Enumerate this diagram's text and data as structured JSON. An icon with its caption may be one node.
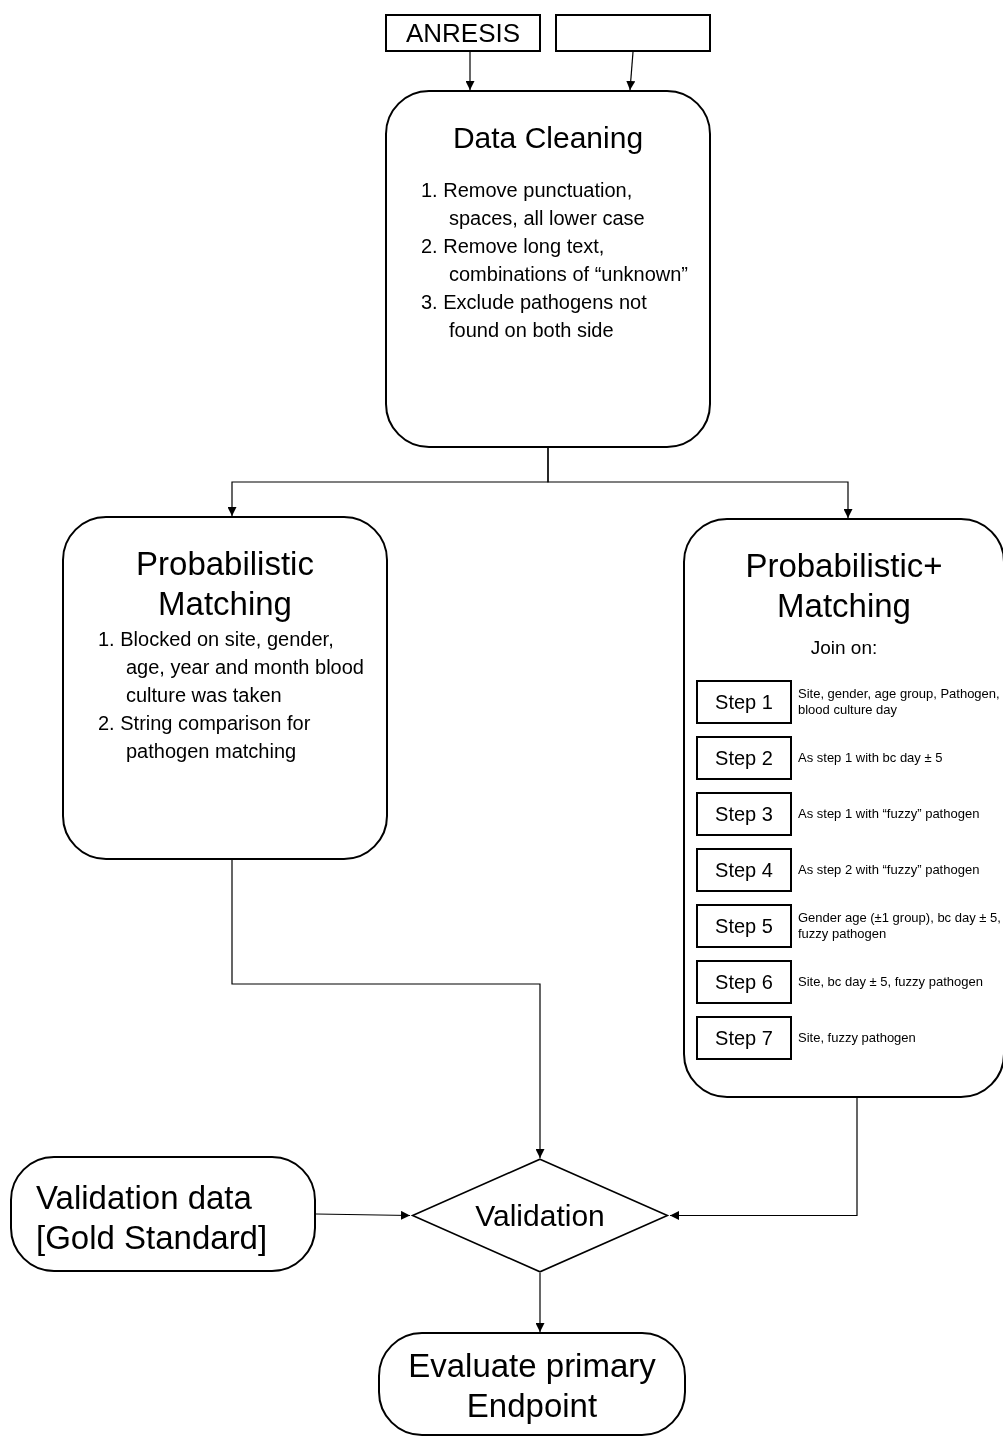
{
  "diagram": {
    "nodes": [
      {
        "text": [
          "ANRESIS"
        ]
      },
      {
        "text": [],
        "shape": "box"
      },
      {
        "text": [
          "Data Cleaning",
          "1. Remove punctuation, spaces, all lower case",
          "2. Remove long text, combinations of “unknown”",
          "3. Exclude pathogens not found on both side"
        ]
      },
      {
        "text": [
          "Probabilistic Matching",
          "1. Blocked on site, gender, age, year and month blood culture was taken",
          "2. String comparison for pathogen matching"
        ]
      },
      {
        "text": [
          "Probabilistic+ Matching",
          "Join on:"
        ]
      },
      {
        "text": [
          "Step 1"
        ],
        "in": 4,
        "beside": [
          "Site, gender, age group, Pathogen, blood culture day"
        ]
      },
      {
        "text": [
          "Step 2"
        ],
        "in": 4,
        "beside": [
          "As step 1 with bc day ± 5"
        ]
      },
      {
        "text": [
          "Step 3"
        ],
        "in": 4,
        "beside": [
          "As step 1 with “fuzzy” pathogen"
        ]
      },
      {
        "text": [
          "Step 4"
        ],
        "in": 4,
        "beside": [
          "As step 2 with “fuzzy” pathogen"
        ]
      },
      {
        "text": [
          "Step 5"
        ],
        "in": 4,
        "beside": [
          "Gender age (±1 group), bc day ± 5, fuzzy pathogen"
        ]
      },
      {
        "text": [
          "Step 6"
        ],
        "in": 4,
        "beside": [
          "Site, bc day ± 5, fuzzy pathogen"
        ]
      },
      {
        "text": [
          "Step 7"
        ],
        "in": 4,
        "beside": [
          "Site,  fuzzy pathogen"
        ]
      },
      {
        "text": [
          "Validation data [Gold Standard]"
        ]
      },
      {
        "text": [
          "Validation"
        ]
      },
      {
        "text": [
          "Evaluate primary Endpoint"
        ]
      }
    ],
    "edges": [
      {
        "from": 0,
        "to": 2,
        "arrow": "to"
      },
      {
        "from": 1,
        "to": 2,
        "arrow": "to"
      },
      {
        "from": 2,
        "to": 3,
        "arrow": "to"
      },
      {
        "from": 2,
        "to": 4,
        "arrow": "to"
      },
      {
        "from": 3,
        "to": 13,
        "arrow": "to"
      },
      {
        "from": 4,
        "to": 13,
        "arrow": "to"
      },
      {
        "from": 12,
        "to": 13,
        "arrow": "to"
      },
      {
        "from": 13,
        "to": 14,
        "arrow": "to"
      }
    ]
  }
}
